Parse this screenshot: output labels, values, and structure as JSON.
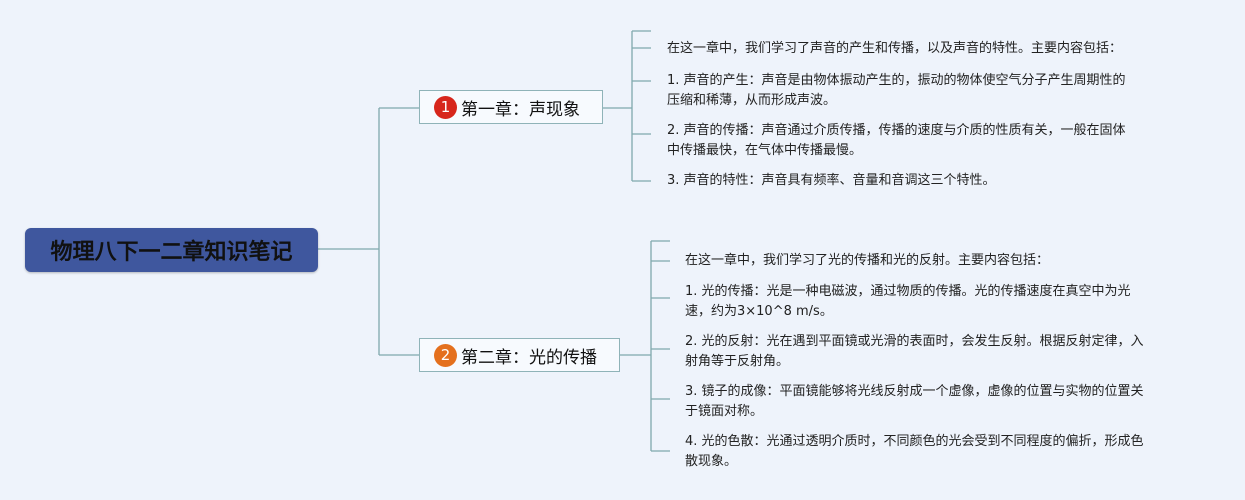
{
  "root": {
    "title": "物理八下一二章知识笔记"
  },
  "chapters": [
    {
      "number": "1",
      "title": "第一章：声现象",
      "notes": [
        {
          "lines": [
            "在这一章中，我们学习了声音的产生和传播，以及声音的特性。主要内容包括："
          ]
        },
        {
          "lines": [
            "1. 声音的产生：声音是由物体振动产生的，振动的物体使空气分子产生周期性的",
            "压缩和稀薄，从而形成声波。"
          ]
        },
        {
          "lines": [
            "2. 声音的传播：声音通过介质传播，传播的速度与介质的性质有关，一般在固体",
            "中传播最快，在气体中传播最慢。"
          ]
        },
        {
          "lines": [
            "3. 声音的特性：声音具有频率、音量和音调这三个特性。"
          ]
        }
      ]
    },
    {
      "number": "2",
      "title": "第二章：光的传播",
      "notes": [
        {
          "lines": [
            "在这一章中，我们学习了光的传播和光的反射。主要内容包括："
          ]
        },
        {
          "lines": [
            "1. 光的传播：光是一种电磁波，通过物质的传播。光的传播速度在真空中为光",
            "速，约为3×10^8 m/s。"
          ]
        },
        {
          "lines": [
            "2. 光的反射：光在遇到平面镜或光滑的表面时，会发生反射。根据反射定律，入",
            "射角等于反射角。"
          ]
        },
        {
          "lines": [
            "3. 镜子的成像：平面镜能够将光线反射成一个虚像，虚像的位置与实物的位置关",
            "于镜面对称。"
          ]
        },
        {
          "lines": [
            "4. 光的色散：光通过透明介质时，不同颜色的光会受到不同程度的偏折，形成色",
            "散现象。"
          ]
        }
      ]
    }
  ],
  "colors": {
    "background": "#eef3fb",
    "root_fill": "#3f579e",
    "connector": "#7fa9ad",
    "badge_1": "#d7261c",
    "badge_2": "#e4701e"
  }
}
